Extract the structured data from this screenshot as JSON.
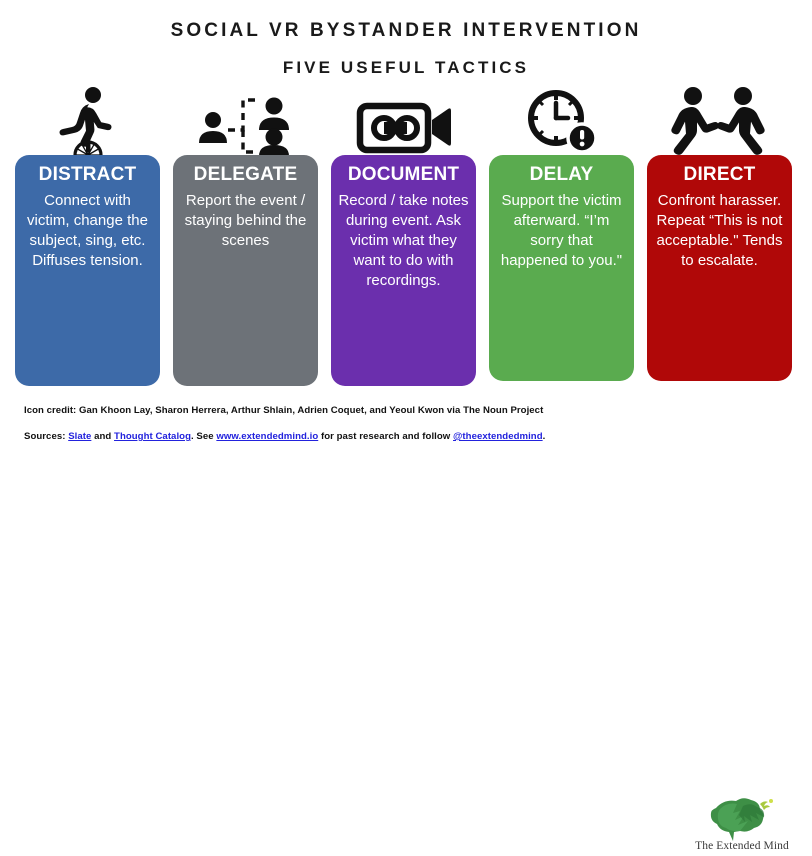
{
  "heading": {
    "title": "SOCIAL VR BYSTANDER INTERVENTION",
    "subtitle": "FIVE USEFUL TACTICS"
  },
  "cards": [
    {
      "id": "distract",
      "title": "DISTRACT",
      "body": "Connect with victim, change the subject, sing, etc. Diffuses tension.",
      "color": "#3d6aa8",
      "icon": "unicycle-rider-icon"
    },
    {
      "id": "delegate",
      "title": "DELEGATE",
      "body": "Report the event / staying behind the scenes",
      "color": "#6d7278",
      "icon": "people-delegation-icon"
    },
    {
      "id": "document",
      "title": "DOCUMENT",
      "body": "Record / take notes during event. Ask victim what they want to do with recordings.",
      "color": "#6b2fad",
      "icon": "video-camera-icon"
    },
    {
      "id": "delay",
      "title": "DELAY",
      "body": "Support the victim afterward. “I’m sorry that happened to you.\"",
      "color": "#5aab4f",
      "icon": "clock-alert-icon"
    },
    {
      "id": "direct",
      "title": "DIRECT",
      "body": "Confront harasser. Repeat “This is not acceptable.\" Tends to escalate.",
      "color": "#b00808",
      "icon": "two-walking-people-icon"
    }
  ],
  "footer": {
    "credit": "Icon credit: Gan Khoon Lay, Sharon Herrera, Arthur Shlain, Adrien Coquet, and Yeoul Kwon via The Noun Project",
    "sources": {
      "label": "Sources:",
      "link1": "Slate",
      "between1": "and",
      "link2": "Thought Catalog",
      "between2": ". See",
      "link3": "www.extendedmind.io",
      "between3": "for past research and follow",
      "link4": "@theextendedmind",
      "end": "."
    },
    "logo_text": "The Extended Mind",
    "logo_color": "#3e8f46"
  }
}
